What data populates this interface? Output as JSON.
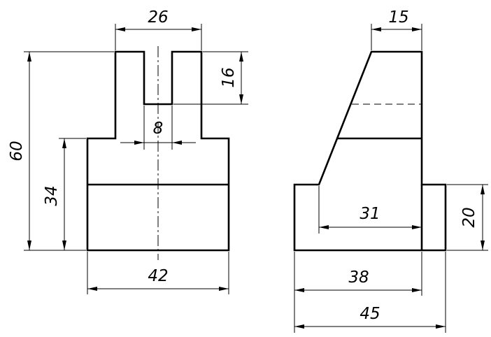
{
  "front_view": {
    "dimensions": {
      "top_width": "26",
      "slot_depth": "16",
      "slot_width": "8",
      "total_height": "60",
      "base_height": "34",
      "base_width": "42"
    }
  },
  "side_view": {
    "dimensions": {
      "top_width": "15",
      "foot_height": "20",
      "slope_width": "31",
      "body_width": "38",
      "total_width": "45"
    }
  }
}
